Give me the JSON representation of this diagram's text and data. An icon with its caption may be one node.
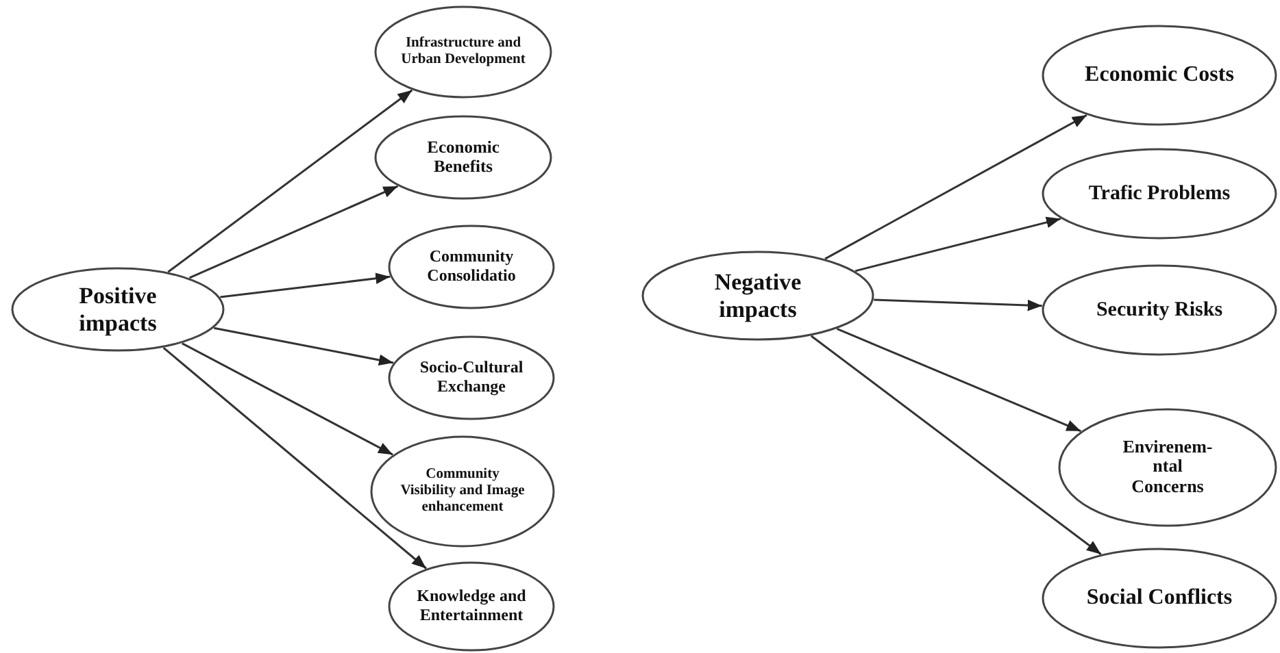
{
  "diagram": {
    "nodes": [
      {
        "text": [
          "Positive impacts"
        ]
      },
      {
        "text": [
          "Infrastructure and Urban Development"
        ]
      },
      {
        "text": [
          "Economic Benefits"
        ]
      },
      {
        "text": [
          "Community Consolidatio"
        ]
      },
      {
        "text": [
          "Socio-Cultural Exchange"
        ]
      },
      {
        "text": [
          "Community Visibility and Image enhancement"
        ]
      },
      {
        "text": [
          "Knowledge and Entertainment"
        ]
      },
      {
        "text": [
          "Negative impacts"
        ]
      },
      {
        "text": [
          "Economic Costs"
        ]
      },
      {
        "text": [
          "Trafic Problems"
        ]
      },
      {
        "text": [
          "Security Risks"
        ]
      },
      {
        "text": [
          "Envirenem- ntal Concerns"
        ]
      },
      {
        "text": [
          "Social Conflicts"
        ]
      }
    ],
    "edges": [
      {
        "from": 0,
        "to": 1,
        "arrow": "to"
      },
      {
        "from": 0,
        "to": 2,
        "arrow": "to"
      },
      {
        "from": 0,
        "to": 3,
        "arrow": "to"
      },
      {
        "from": 0,
        "to": 4,
        "arrow": "to"
      },
      {
        "from": 0,
        "to": 5,
        "arrow": "to"
      },
      {
        "from": 0,
        "to": 6,
        "arrow": "to"
      },
      {
        "from": 7,
        "to": 8,
        "arrow": "to"
      },
      {
        "from": 7,
        "to": 9,
        "arrow": "to"
      },
      {
        "from": 7,
        "to": 10,
        "arrow": "to"
      },
      {
        "from": 7,
        "to": 11,
        "arrow": "to"
      },
      {
        "from": 7,
        "to": 12,
        "arrow": "to"
      }
    ]
  }
}
